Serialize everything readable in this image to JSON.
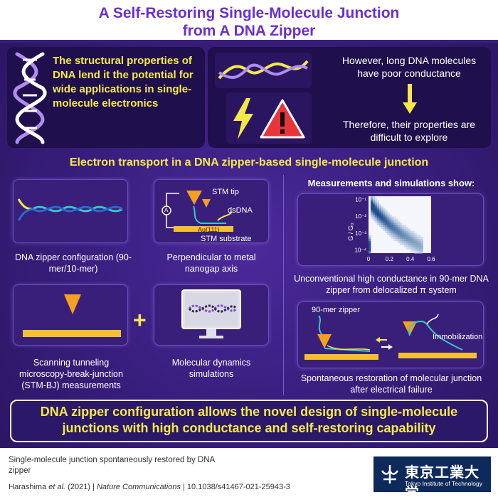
{
  "title": {
    "line1": "A Self-Restoring Single-Molecule Junction",
    "line2": "from A DNA Zipper"
  },
  "intro": {
    "text": "The structural properties of DNA lend it the potential for wide applications in single-molecule electronics",
    "however": "However, long DNA molecules have poor conductance",
    "therefore": "Therefore, their properties are difficult to explore"
  },
  "section": {
    "heading": "Electron transport in a DNA zipper-based single-molecule junction",
    "measurements_heading": "Measurements and simulations show:"
  },
  "panels": {
    "zipper_caption": "DNA zipper configuration (90-mer/10-mer)",
    "perp_caption": "Perpendicular to metal nanogap axis",
    "stm_tip": "STM tip",
    "dsdna": "dsDNA",
    "au": "Au(111)",
    "stm_substrate": "STM substrate",
    "ammeter": "A",
    "stmbj_caption": "Scanning tunneling microscopy-break-junction (STM-BJ) measurements",
    "md_caption": "Molecular dynamics simulations",
    "plus": "+",
    "plot_caption": "Unconventional high conductance in 90-mer DNA zipper from delocalized π system",
    "zipper90": "90-mer zipper",
    "immobilization": "Immobilization",
    "restore_caption": "Spontaneous restoration of molecular junction after electrical failure"
  },
  "chart_data": {
    "type": "heatmap",
    "ylabel": "G / G₀",
    "xticks": [
      "0",
      "0.2",
      "0.4",
      "0.6"
    ],
    "yticks": [
      "10⁻¹",
      "10⁻²",
      "10⁻³",
      "10⁻⁴"
    ],
    "xlim": [
      0,
      0.6
    ],
    "ylim_log10": [
      -4.2,
      -0.8
    ],
    "colormap": "blues",
    "density_ridge": [
      {
        "x": 0.02,
        "log10y": -1.3
      },
      {
        "x": 0.1,
        "log10y": -1.9
      },
      {
        "x": 0.2,
        "log10y": -2.5
      },
      {
        "x": 0.3,
        "log10y": -3.0
      },
      {
        "x": 0.4,
        "log10y": -3.4
      },
      {
        "x": 0.5,
        "log10y": -3.8
      }
    ]
  },
  "conclusion": "DNA zipper configuration allows the novel design of single-molecule junctions with high conductance and self-restoring capability",
  "footer": {
    "title": "Single-molecule junction spontaneously restored by DNA zipper",
    "authors": "Harashima",
    "etal": "et al.",
    "year": "(2021) |",
    "journal": "Nature Communications",
    "doi": "| 10.1038/s41467-021-25943-3"
  },
  "logo": {
    "jp": "東京工業大学",
    "en": "Tokyo Institute of Technology"
  },
  "colors": {
    "accent": "#f5e94a",
    "title": "#6a2fd0",
    "bg": "#3a1f80",
    "logo": "#0d2a5a"
  }
}
